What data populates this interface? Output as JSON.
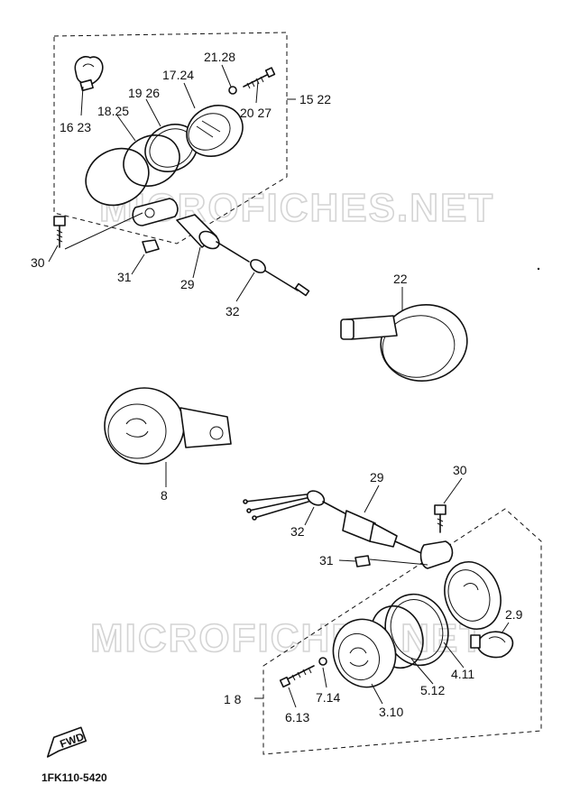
{
  "watermark": "MICROFICHES.NET",
  "part_code": "1FK110-5420",
  "fwd_label": "FWD",
  "callouts": {
    "c_16_23": "16 23",
    "c_18_25": "18.25",
    "c_19_26": "19 26",
    "c_17_24": "17.24",
    "c_21_28": "21.28",
    "c_20_27": "20 27",
    "c_15_22": "15 22",
    "c_30_top": "30",
    "c_31_top": "31",
    "c_29_top": "29",
    "c_32_top": "32",
    "c_22": "22",
    "c_8": "8",
    "c_29_bot": "29",
    "c_30_bot": "30",
    "c_32_bot": "32",
    "c_31_bot": "31",
    "c_2_9": "2.9",
    "c_4_11": "4.11",
    "c_5_12": "5.12",
    "c_3_10": "3.10",
    "c_7_14": "7.14",
    "c_6_13": "6.13",
    "c_1_8": "1 8"
  }
}
